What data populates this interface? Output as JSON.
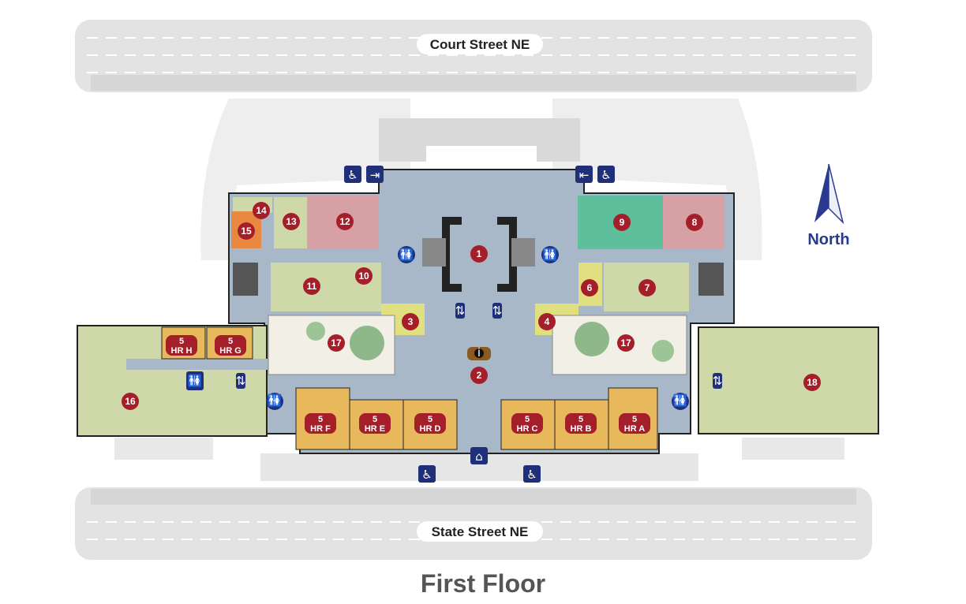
{
  "title": "First Floor",
  "streets": {
    "north": "Court Street NE",
    "south": "State Street NE"
  },
  "compass": {
    "label": "North"
  },
  "colors": {
    "corridor": "#a9b8c9",
    "room_green": "#cfd8a8",
    "room_pink": "#d7a0a5",
    "room_teal": "#5dbf9c",
    "room_orange": "#e98840",
    "hearing_room": "#e8b85c",
    "marker": "#a51f2a",
    "accessible_icon": "#1f2f7a",
    "road": "#e3e3e3"
  },
  "rooms": [
    {
      "id": "r1",
      "label": "1"
    },
    {
      "id": "r2",
      "label": "2"
    },
    {
      "id": "r3",
      "label": "3"
    },
    {
      "id": "r4",
      "label": "4"
    },
    {
      "id": "r6",
      "label": "6"
    },
    {
      "id": "r7",
      "label": "7"
    },
    {
      "id": "r8",
      "label": "8"
    },
    {
      "id": "r9",
      "label": "9"
    },
    {
      "id": "r10",
      "label": "10"
    },
    {
      "id": "r11",
      "label": "11"
    },
    {
      "id": "r12",
      "label": "12"
    },
    {
      "id": "r13",
      "label": "13"
    },
    {
      "id": "r14",
      "label": "14"
    },
    {
      "id": "r15",
      "label": "15"
    },
    {
      "id": "r16",
      "label": "16"
    },
    {
      "id": "r17a",
      "label": "17"
    },
    {
      "id": "r17b",
      "label": "17"
    },
    {
      "id": "r18",
      "label": "18"
    }
  ],
  "hearing_rooms": [
    {
      "num": "5",
      "name": "HR H"
    },
    {
      "num": "5",
      "name": "HR G"
    },
    {
      "num": "5",
      "name": "HR F"
    },
    {
      "num": "5",
      "name": "HR E"
    },
    {
      "num": "5",
      "name": "HR D"
    },
    {
      "num": "5",
      "name": "HR C"
    },
    {
      "num": "5",
      "name": "HR B"
    },
    {
      "num": "5",
      "name": "HR A"
    }
  ],
  "icons": [
    "accessible-icon",
    "entrance-icon",
    "restroom-icon",
    "elevator-icon",
    "information-icon",
    "ramp-entrance-icon"
  ]
}
